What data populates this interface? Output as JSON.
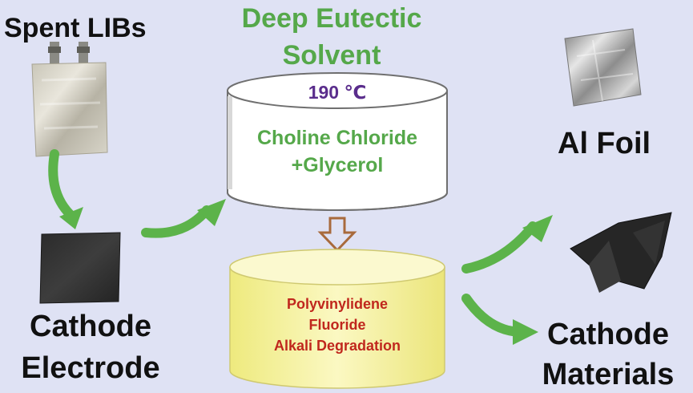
{
  "labels": {
    "spent": "Spent LIBs",
    "des_line1": "Deep Eutectic",
    "des_line2": "Solvent",
    "temperature": "190 ℃",
    "reagent_line1": "Choline Chloride",
    "reagent_line2": "+Glycerol",
    "pvdf_line1": "Polyvinylidene",
    "pvdf_line2": "Fluoride",
    "pvdf_line3": "Alkali Degradation",
    "al_foil": "Al Foil",
    "cathode_elec_line1": "Cathode",
    "cathode_elec_line2": "Electrode",
    "cathode_mat_line1": "Cathode",
    "cathode_mat_line2": "Materials"
  },
  "colors": {
    "background": "#dfe2f4",
    "title_green": "#55a84a",
    "label_black": "#111111",
    "temperature_purple": "#5a2d8c",
    "degradation_red": "#c0271d",
    "arrow_green": "#5cb34a",
    "down_arrow_brown": "#a86a3c",
    "beaker_yellow": "#f6f3a0"
  }
}
